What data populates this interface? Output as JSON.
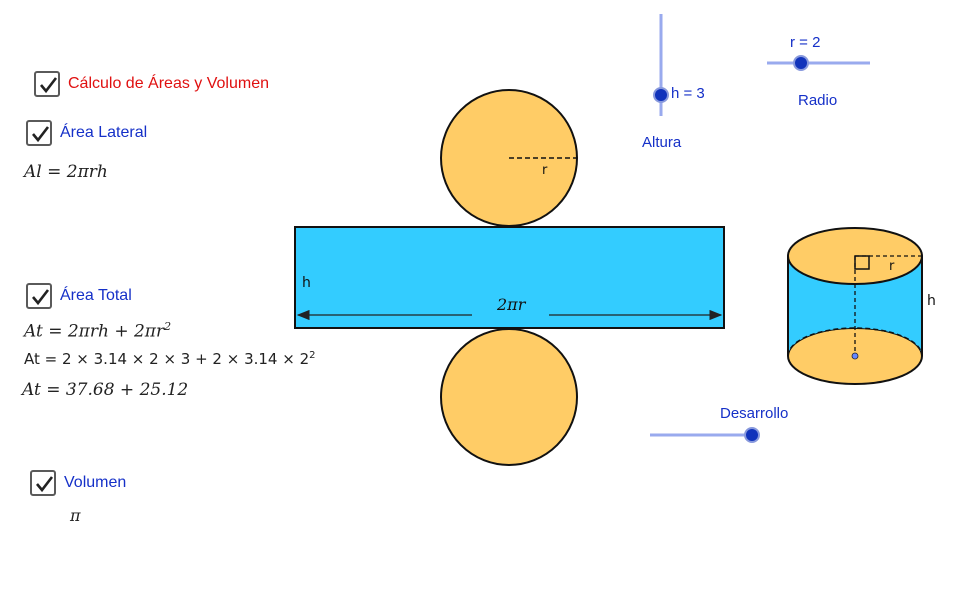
{
  "colors": {
    "red_label": "#e01010",
    "blue_label": "#1530c8",
    "face_fill": "#ffcc66",
    "lateral_fill": "#33ccff",
    "slider_track": "#99aaee",
    "slider_knob": "#1133bb"
  },
  "checkboxes": {
    "calculo": {
      "label": "Cálculo de Áreas y Volumen",
      "checked": true
    },
    "area_lateral": {
      "label": "Área Lateral",
      "checked": true
    },
    "area_total": {
      "label": "Área Total",
      "checked": true
    },
    "volumen": {
      "label": "Volumen",
      "checked": true
    }
  },
  "formulas": {
    "al": "Al = 2πrh",
    "at_formula": "At = 2πrh + 2πr",
    "at_formula_exp": "2",
    "at_sub": "At = 2 × 3.14 × 2 × 3  +  2 × 3.14 × 2",
    "at_sub_exp": "2",
    "at_result": "At = 37.68  +  25.12",
    "volumen": "π"
  },
  "sliders": {
    "altura": {
      "name": "Altura",
      "value_text": "h = 3",
      "value": 3
    },
    "radio": {
      "name": "Radio",
      "value_text": "r = 2",
      "value": 2
    },
    "desarrollo": {
      "name": "Desarrollo",
      "value": 1
    }
  },
  "net": {
    "r_label": "r",
    "h_label": "h",
    "circumference_label": "2πr"
  },
  "cylinder": {
    "r_label": "r",
    "h_label": "h"
  }
}
